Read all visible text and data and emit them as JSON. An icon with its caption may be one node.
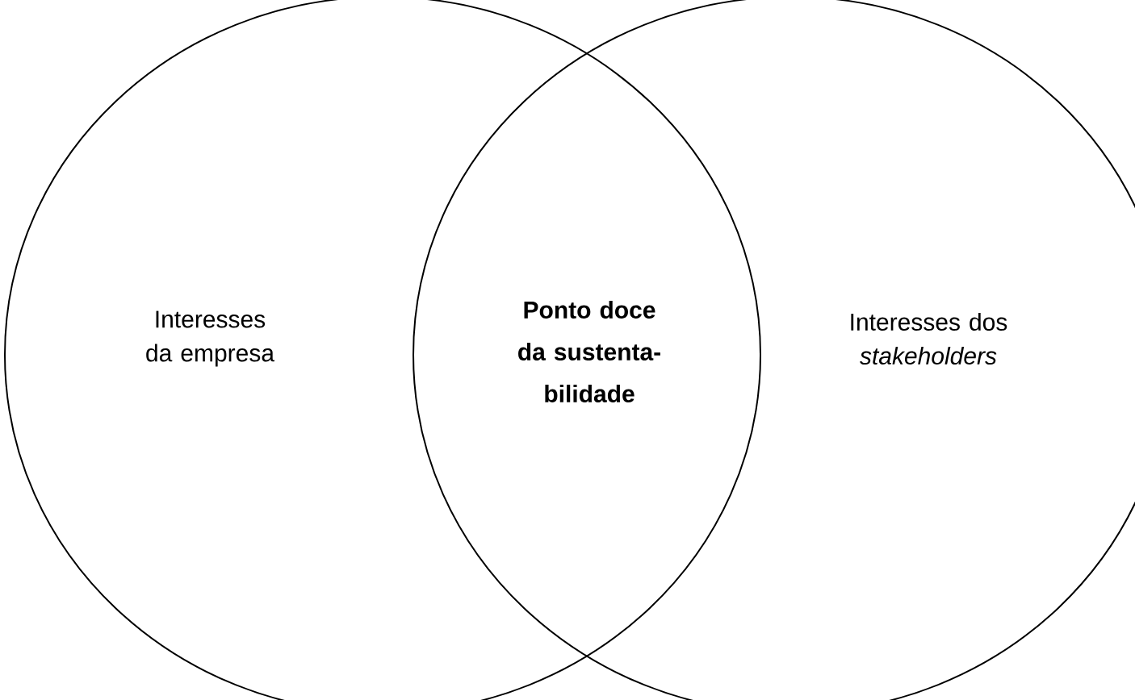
{
  "diagram": {
    "nodes": [
      {
        "text": [
          "Interesses da empresa"
        ]
      },
      {
        "text": [
          "Interesses dos *stakeholders*"
        ]
      }
    ],
    "edges": [],
    "labels": [
      "Ponto doce da sustenta-bilidade"
    ]
  }
}
